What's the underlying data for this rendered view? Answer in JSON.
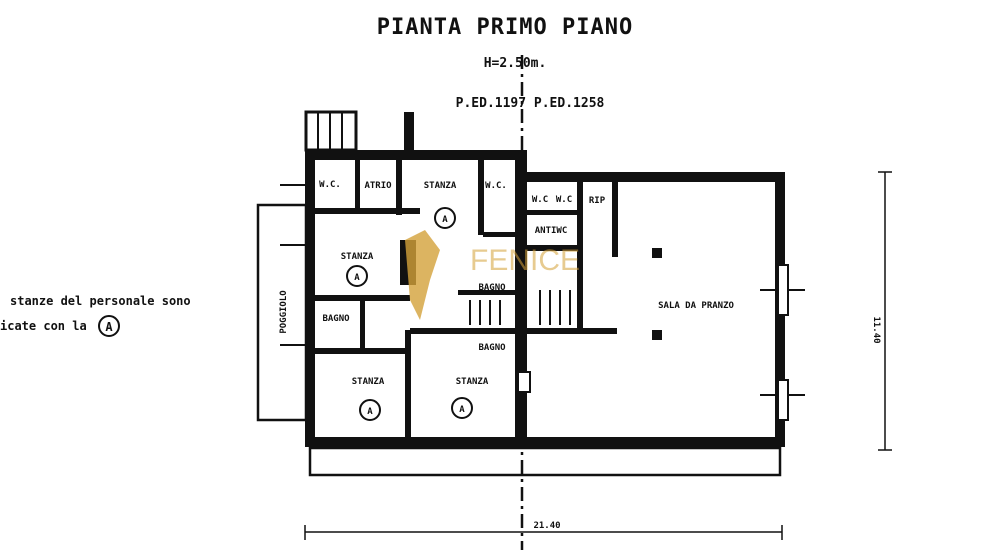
{
  "title": "PIANTA  PRIMO PIANO",
  "height_note": "H=2.50m.",
  "parcels": "P.ED.1197  P.ED.1258",
  "legend_note": {
    "line1": "stanze del personale sono",
    "line2": "icate con la",
    "symbol": "A"
  },
  "rooms": {
    "wc1": "W.C.",
    "atrio": "ATRIO",
    "stanza_top": "STANZA",
    "wc2": "W.C.",
    "stanza_left": "STANZA",
    "bagno_center": "BAGNO",
    "bagno_left": "BAGNO",
    "bagno_lower": "BAGNO",
    "stanza_bl": "STANZA",
    "stanza_bc": "STANZA",
    "wc3": "W.C",
    "wc4": "W.C",
    "rip": "RIP",
    "antiwc": "ANTIWC",
    "sala": "SALA  DA  PRANZO",
    "poggiolo": "POGGIOLO"
  },
  "staff_marker": "A",
  "dimensions": {
    "width": "21.40",
    "depth": "11.40"
  },
  "watermark": "FENICE",
  "colors": {
    "ink": "#111111",
    "watermark": "#d4a23a"
  }
}
